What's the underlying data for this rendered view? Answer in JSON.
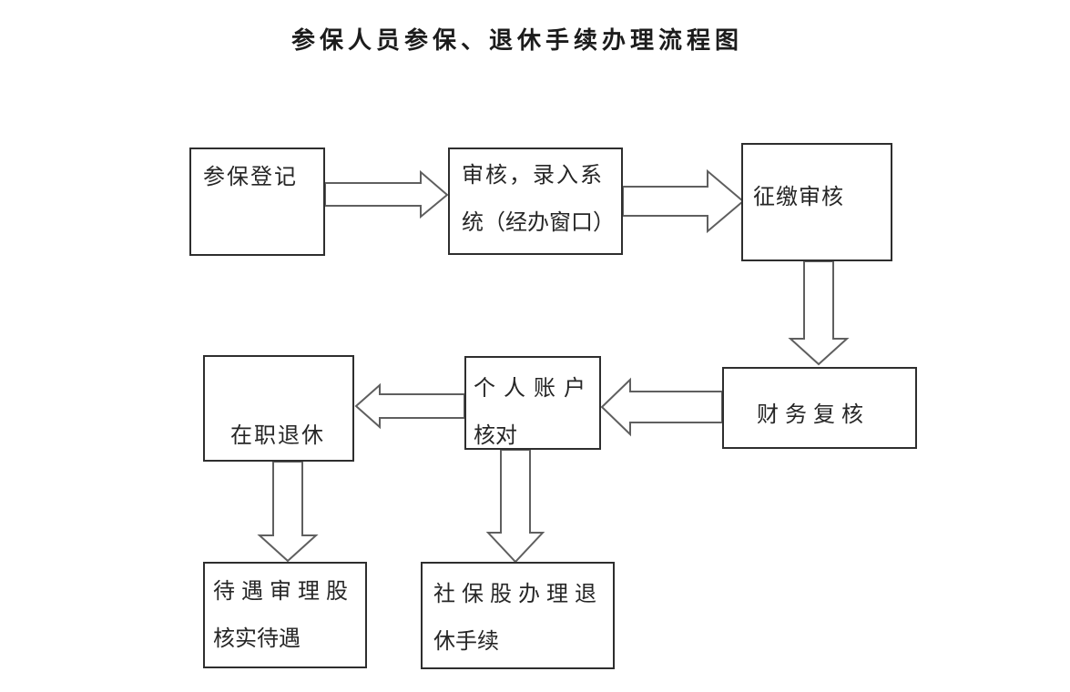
{
  "title": "参保人员参保、退休手续办理流程图",
  "colors": {
    "background": "#ffffff",
    "box_border": "#2e2e2e",
    "arrow_outline": "#5f5f5f",
    "text": "#262626",
    "title_text": "#1c1c1c"
  },
  "flowchart": {
    "nodes": [
      {
        "id": "enroll-register",
        "label": "参保登记",
        "lines": [
          "参保登记"
        ]
      },
      {
        "id": "review-entry",
        "label": "审核，录入系统（经办窗口）",
        "lines": [
          "审核，录入系",
          "统（经办窗口）"
        ]
      },
      {
        "id": "collection-review",
        "label": "征缴审核",
        "lines": [
          "征缴审核"
        ]
      },
      {
        "id": "finance-recheck",
        "label": "财务复核",
        "lines": [
          "财务复核"
        ]
      },
      {
        "id": "personal-account",
        "label": "个人账户核对",
        "lines": [
          "个人账户",
          "核对"
        ]
      },
      {
        "id": "inservice-retirement",
        "label": "在职退休",
        "lines": [
          "在职退休"
        ]
      },
      {
        "id": "benefit-section",
        "label": "待遇审理股核实待遇",
        "lines": [
          "待遇审理股",
          "核实待遇"
        ]
      },
      {
        "id": "social-security-section",
        "label": "社保股办理退休手续",
        "lines": [
          "社保股办理退",
          "休手续"
        ]
      }
    ],
    "edges": [
      {
        "from": "参保登记",
        "to": "审核，录入系统（经办窗口）",
        "direction": "right"
      },
      {
        "from": "审核，录入系统（经办窗口）",
        "to": "征缴审核",
        "direction": "right"
      },
      {
        "from": "征缴审核",
        "to": "财务复核",
        "direction": "down"
      },
      {
        "from": "财务复核",
        "to": "个人账户核对",
        "direction": "left"
      },
      {
        "from": "个人账户核对",
        "to": "在职退休",
        "direction": "left"
      },
      {
        "from": "在职退休",
        "to": "待遇审理股核实待遇",
        "direction": "down"
      },
      {
        "from": "个人账户核对",
        "to": "社保股办理退休手续",
        "direction": "down"
      }
    ]
  }
}
